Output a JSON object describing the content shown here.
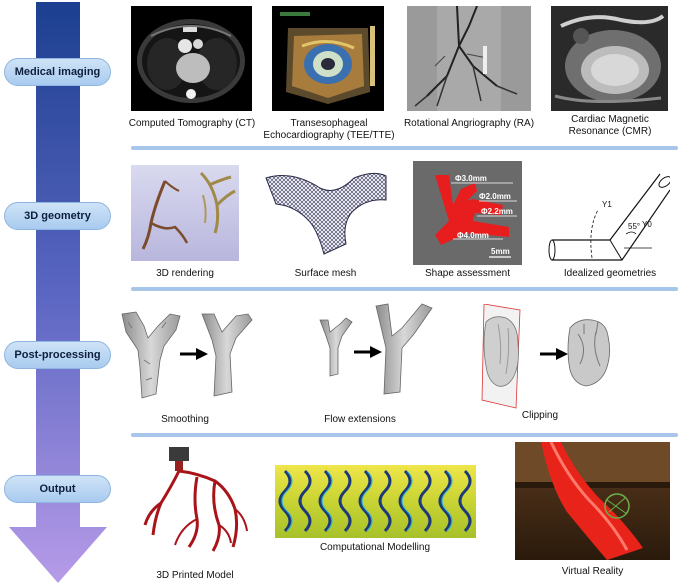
{
  "stages": [
    {
      "label": "Medical imaging"
    },
    {
      "label": "3D geometry"
    },
    {
      "label": "Post-processing"
    },
    {
      "label": "Output"
    }
  ],
  "imaging": {
    "ct": "Computed Tomography (CT)",
    "tee_line1": "Transesophageal",
    "tee_line2": "Echocardiography (TEE/TTE)",
    "ra": "Rotational Angriography (RA)",
    "cmr_line1": "Cardiac Magnetic",
    "cmr_line2": "Resonance (CMR)"
  },
  "geometry": {
    "rendering": "3D rendering",
    "surface_mesh": "Surface mesh",
    "shape_assessment": "Shape assessment",
    "idealized": "Idealized geometries",
    "dim1": "Φ3.0mm",
    "dim2": "Φ2.0mm",
    "dim3": "Φ2.2mm",
    "dim4": "Φ4.0mm",
    "scale": "5mm",
    "y1": "Y1",
    "y0": "Y0",
    "angle": "55°"
  },
  "postprocessing": {
    "smoothing": "Smoothing",
    "flow_extensions": "Flow extensions",
    "clipping": "Clipping"
  },
  "output": {
    "printed": "3D Printed Model",
    "computational": "Computational Modelling",
    "vr": "Virtual Reality"
  },
  "colors": {
    "arrow_top": "#1c3f8f",
    "arrow_bottom": "#b79be8",
    "pill": "#b7d3f2",
    "divider": "#a7c6ea",
    "vessel_red": "#e81d1d",
    "model_red": "#a8141a"
  }
}
